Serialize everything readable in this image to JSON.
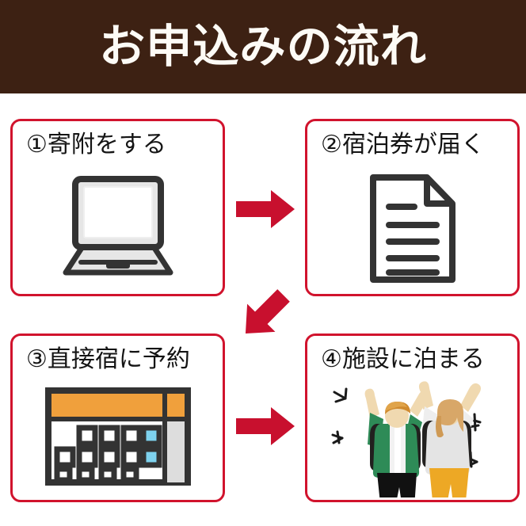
{
  "header": {
    "title": "お申込みの流れ",
    "background_color": "#3d2113",
    "text_color": "#fdfbf6"
  },
  "theme": {
    "box_border_color": "#d1132d",
    "arrow_color": "#c8102e",
    "icon_outline_color": "#333333",
    "calendar_header_color": "#f0a03c",
    "calendar_highlight_color": "#7ed2ee",
    "page_background": "#ffffff"
  },
  "steps": [
    {
      "number": "①",
      "label": "①寄附をする",
      "icon": "laptop-icon"
    },
    {
      "number": "②",
      "label": "②宿泊券が届く",
      "icon": "document-icon"
    },
    {
      "number": "③",
      "label": "③直接宿に予約",
      "icon": "calendar-icon"
    },
    {
      "number": "④",
      "label": "④施設に泊まる",
      "icon": "celebrating-people-icon"
    }
  ],
  "arrows": [
    {
      "name": "arrow-step1-to-step2",
      "direction": "right"
    },
    {
      "name": "arrow-step2-to-step3",
      "direction": "down-left"
    },
    {
      "name": "arrow-step3-to-step4",
      "direction": "right"
    }
  ],
  "calendar": {
    "rows": [
      [
        "cell",
        "cell",
        "cell",
        "highlight"
      ],
      [
        "cell",
        "cell",
        "cell",
        "cell",
        "highlight"
      ],
      [
        "cell",
        "cell",
        "cell",
        "cell"
      ]
    ]
  }
}
